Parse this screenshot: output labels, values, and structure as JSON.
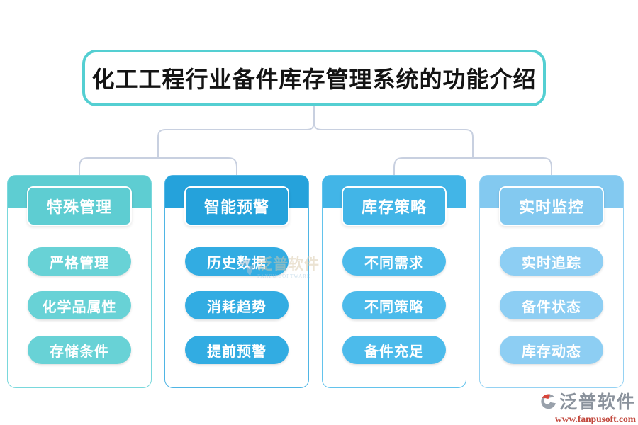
{
  "title": {
    "text": "化工工程行业备件库存管理系统的功能介绍",
    "border_color": "#54CFD2"
  },
  "connector_color": "#C8D0E0",
  "columns": [
    {
      "title": "特殊管理",
      "items": [
        "严格管理",
        "化学品属性",
        "存储条件"
      ],
      "colors": {
        "band": "#5ECDD2",
        "pill": "#68D2D6",
        "border": "#79D8DC"
      }
    },
    {
      "title": "智能预警",
      "items": [
        "历史数据",
        "消耗趋势",
        "提前预警"
      ],
      "colors": {
        "band": "#25A2DB",
        "pill": "#32ACE2",
        "border": "#4FB5E4"
      }
    },
    {
      "title": "库存策略",
      "items": [
        "不同需求",
        "不同策略",
        "备件充足"
      ],
      "colors": {
        "band": "#42B5E7",
        "pill": "#4CBBEB",
        "border": "#63C3EC"
      }
    },
    {
      "title": "实时监控",
      "items": [
        "实时追踪",
        "备件状态",
        "库存动态"
      ],
      "colors": {
        "band": "#83C9F0",
        "pill": "#8DCEF3",
        "border": "#95D2F3"
      }
    }
  ],
  "watermark": {
    "name": "泛普软件",
    "subtitle": "FANPU SOFTWARE"
  },
  "footer_logo": {
    "name": "泛普软件",
    "url": "www.fanpusoft.com",
    "name_color": "#8A929C",
    "url_color": "#C2473C",
    "icon_gray": "#99A1AB",
    "icon_red": "#D9453A"
  }
}
